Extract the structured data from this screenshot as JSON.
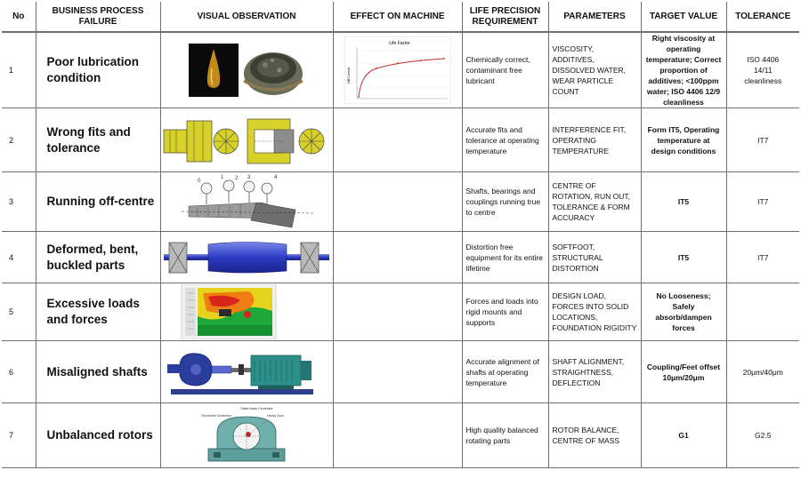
{
  "headers": {
    "no": "No",
    "failure": "BUSINESS PROCESS FAILURE",
    "visual": "VISUAL OBSERVATION",
    "effect": "EFFECT ON MACHINE",
    "requirement": "LIFE PRECISION REQUIREMENT",
    "parameters": "PARAMETERS",
    "target": "TARGET VALUE",
    "tolerance": "TOLERANCE"
  },
  "rows": [
    {
      "no": "1",
      "failure": "Poor lubrication condition",
      "requirement": "Chemically correct, contaminant free lubricant",
      "parameters": "VISCOSITY, ADDITIVES, DISSOLVED WATER, WEAR PARTICLE COUNT",
      "target": "Right viscosity at operating temperature; Correct proportion of additives; <100ppm water; ISO 4406 12/9 cleanliness",
      "tolerance": "ISO 4406\n14/11\ncleanliness"
    },
    {
      "no": "2",
      "failure": "Wrong fits and tolerance",
      "requirement": "Accurate fits and tolerance at operating temperature",
      "parameters": "INTERFERENCE FIT, OPERATING TEMPERATURE",
      "target": "Form IT5, Operating temperature at design conditions",
      "tolerance": "IT7"
    },
    {
      "no": "3",
      "failure": "Running off-centre",
      "requirement": "Shafts, bearings and couplings running true to centre",
      "parameters": "CENTRE OF ROTATION, RUN OUT, TOLERANCE & FORM ACCURACY",
      "target": "IT5",
      "tolerance": "IT7"
    },
    {
      "no": "4",
      "failure": "Deformed, bent, buckled parts",
      "requirement": "Distortion free equipment for its entire lifetime",
      "parameters": "SOFTFOOT, STRUCTURAL DISTORTION",
      "target": "IT5",
      "tolerance": "IT7"
    },
    {
      "no": "5",
      "failure": "Excessive loads and forces",
      "requirement": "Forces and loads into rigid mounts and supports",
      "parameters": "DESIGN LOAD, FORCES INTO SOLID LOCATIONS, FOUNDATION RIGIDITY",
      "target": "No Looseness; Safely absorb/dampen forces",
      "tolerance": ""
    },
    {
      "no": "6",
      "failure": "Misaligned shafts",
      "requirement": "Accurate alignment of shafts at operating temperature",
      "parameters": "SHAFT ALIGNMENT, STRAIGHTNESS, DEFLECTION",
      "target": "Coupling/Feet offset 10μm/20μm",
      "tolerance": "20μm/40μm"
    },
    {
      "no": "7",
      "failure": "Unbalanced rotors",
      "requirement": "High quality balanced rotating parts",
      "parameters": "ROTOR BALANCE, CENTRE OF MASS",
      "target": "G1",
      "tolerance": "G2.5"
    }
  ],
  "life_chart": {
    "title": "Life Factor",
    "ylabel": "Diff Current"
  },
  "bearing_labels": {
    "geometric": "Geometric Centerline",
    "offset": "Offset Mass Centerline",
    "heavy": "Heavy Spot"
  },
  "dial_labels": [
    "0",
    "1",
    "2",
    "3",
    "4"
  ]
}
